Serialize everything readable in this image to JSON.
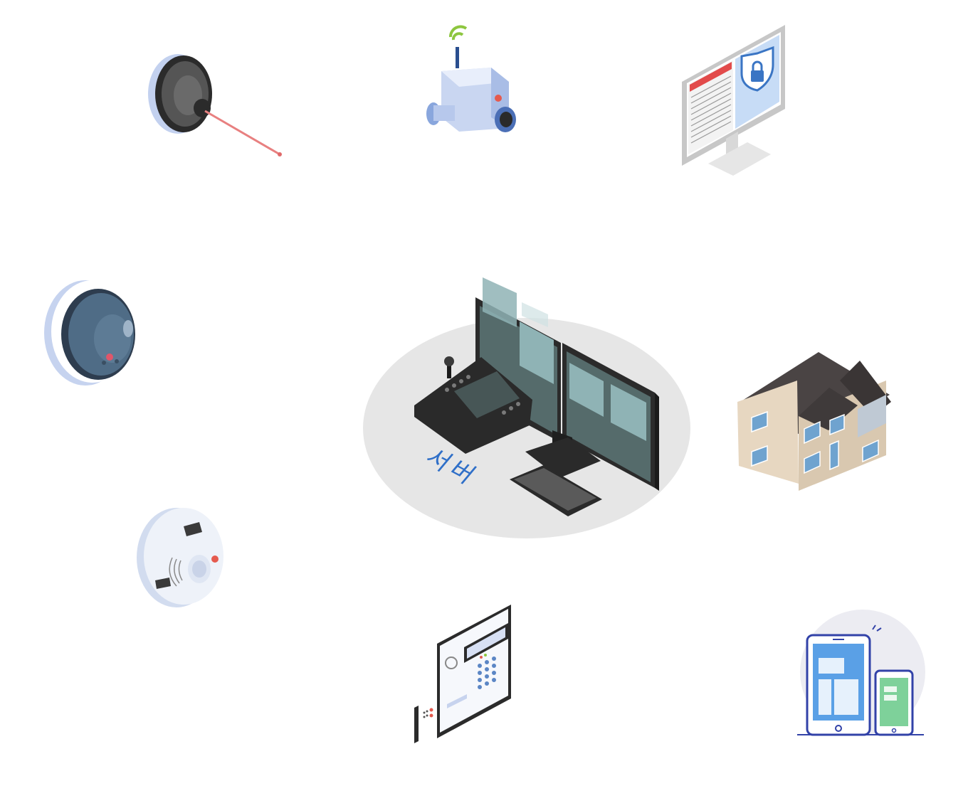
{
  "server": {
    "label": "서버"
  },
  "devices": [
    {
      "id": "laser-sensor",
      "icon": "laser-sensor-icon"
    },
    {
      "id": "cctv-camera",
      "icon": "wifi-cctv-camera-icon"
    },
    {
      "id": "security-monitor",
      "icon": "shield-lock-monitor-icon"
    },
    {
      "id": "dome-camera",
      "icon": "dome-camera-icon"
    },
    {
      "id": "house",
      "icon": "house-icon"
    },
    {
      "id": "smoke-detector",
      "icon": "smoke-detector-icon"
    },
    {
      "id": "keypad-panel",
      "icon": "alarm-keypad-icon"
    },
    {
      "id": "mobile-devices",
      "icon": "tablet-phone-icon"
    }
  ],
  "colors": {
    "server_ellipse": "#e6e6e6",
    "label": "#2f6fc8",
    "device_blue": "#b8c8ea",
    "dark": "#3a3a3a"
  }
}
